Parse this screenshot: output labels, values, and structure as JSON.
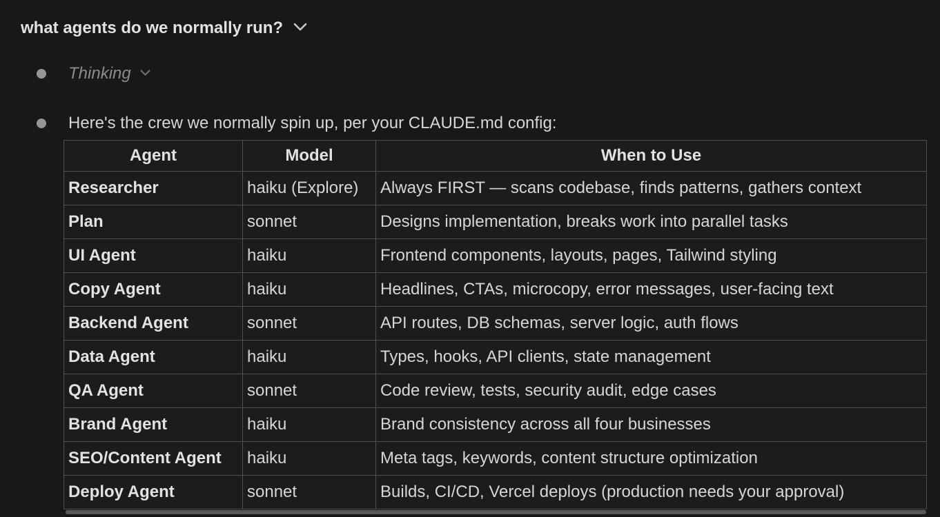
{
  "header": {
    "title": "what agents do we normally run?",
    "collapse_icon": "chevron-down-icon"
  },
  "thinking": {
    "label": "Thinking",
    "collapse_icon": "chevron-down-icon"
  },
  "message": {
    "text": "Here's the crew we normally spin up, per your CLAUDE.md config:"
  },
  "table": {
    "columns": [
      "Agent",
      "Model",
      "When to Use"
    ],
    "rows": [
      [
        "Researcher",
        "haiku (Explore)",
        "Always FIRST — scans codebase, finds patterns, gathers context"
      ],
      [
        "Plan",
        "sonnet",
        "Designs implementation, breaks work into parallel tasks"
      ],
      [
        "UI Agent",
        "haiku",
        "Frontend components, layouts, pages, Tailwind styling"
      ],
      [
        "Copy Agent",
        "haiku",
        "Headlines, CTAs, microcopy, error messages, user-facing text"
      ],
      [
        "Backend Agent",
        "sonnet",
        "API routes, DB schemas, server logic, auth flows"
      ],
      [
        "Data Agent",
        "haiku",
        "Types, hooks, API clients, state management"
      ],
      [
        "QA Agent",
        "sonnet",
        "Code review, tests, security audit, edge cases"
      ],
      [
        "Brand Agent",
        "haiku",
        "Brand consistency across all four businesses"
      ],
      [
        "SEO/Content Agent",
        "haiku",
        "Meta tags, keywords, content structure optimization"
      ],
      [
        "Deploy Agent",
        "sonnet",
        "Builds, CI/CD, Vercel deploys (production needs your approval)"
      ]
    ]
  },
  "colors": {
    "background": "#181818",
    "cell_background": "#1c1c1c",
    "border": "#4e4e4e",
    "outer_border": "#5c5c5c",
    "text_primary": "#d6d6d6",
    "text_bright": "#e2e2e2",
    "text_muted": "#8b8b8b",
    "bullet": "#969696",
    "scrollbar_thumb": "#585858"
  }
}
